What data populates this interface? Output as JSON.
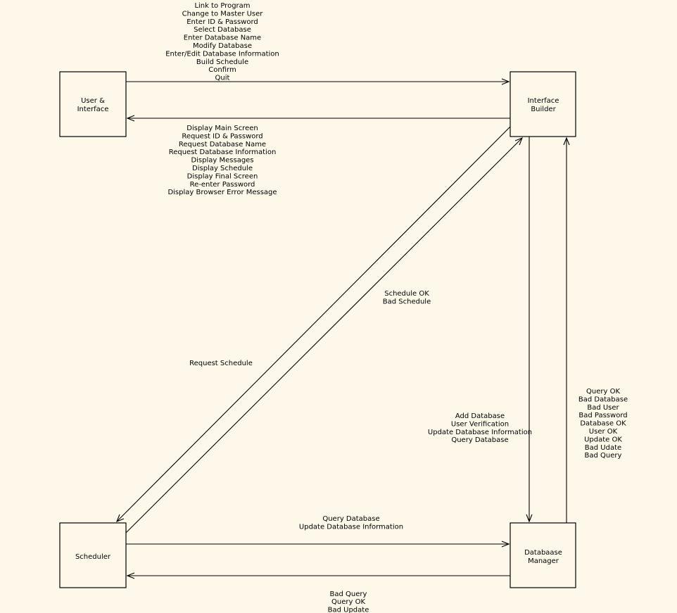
{
  "nodes": {
    "user_interface": [
      "User &",
      "Interface"
    ],
    "interface_builder": [
      "Interface",
      "Builder"
    ],
    "scheduler": [
      "Scheduler"
    ],
    "database_manager": [
      "Databaase",
      "Manager"
    ]
  },
  "edges": {
    "ui_to_builder": [
      "Link to Program",
      "Change to Master User",
      "Enter ID & Password",
      "Select Database",
      "Enter Database Name",
      "Modify Database",
      "Enter/Edit Database Information",
      "Build Schedule",
      "Confirm",
      "Quit"
    ],
    "builder_to_ui": [
      "Display Main Screen",
      "Request ID & Password",
      "Request Database Name",
      "Request Database Information",
      "Display Messages",
      "Display Schedule",
      "Display Final Screen",
      "Re-enter Password",
      "Display Browser Error Message"
    ],
    "scheduler_to_builder": [
      "Schedule OK",
      "Bad Schedule"
    ],
    "builder_to_scheduler": [
      "Request Schedule"
    ],
    "builder_to_dbm": [
      "Add Database",
      "User Verification",
      "Update Database Information",
      "Query Database"
    ],
    "dbm_to_builder": [
      "Query OK",
      "Bad Database",
      "Bad User",
      "Bad Password",
      "Database OK",
      "User OK",
      "Update OK",
      "Bad Udate",
      "Bad Query"
    ],
    "scheduler_to_dbm": [
      "Query Database",
      "Update Database Information"
    ],
    "dbm_to_scheduler": [
      "Bad Query",
      "Query OK",
      "Bad Update"
    ]
  }
}
